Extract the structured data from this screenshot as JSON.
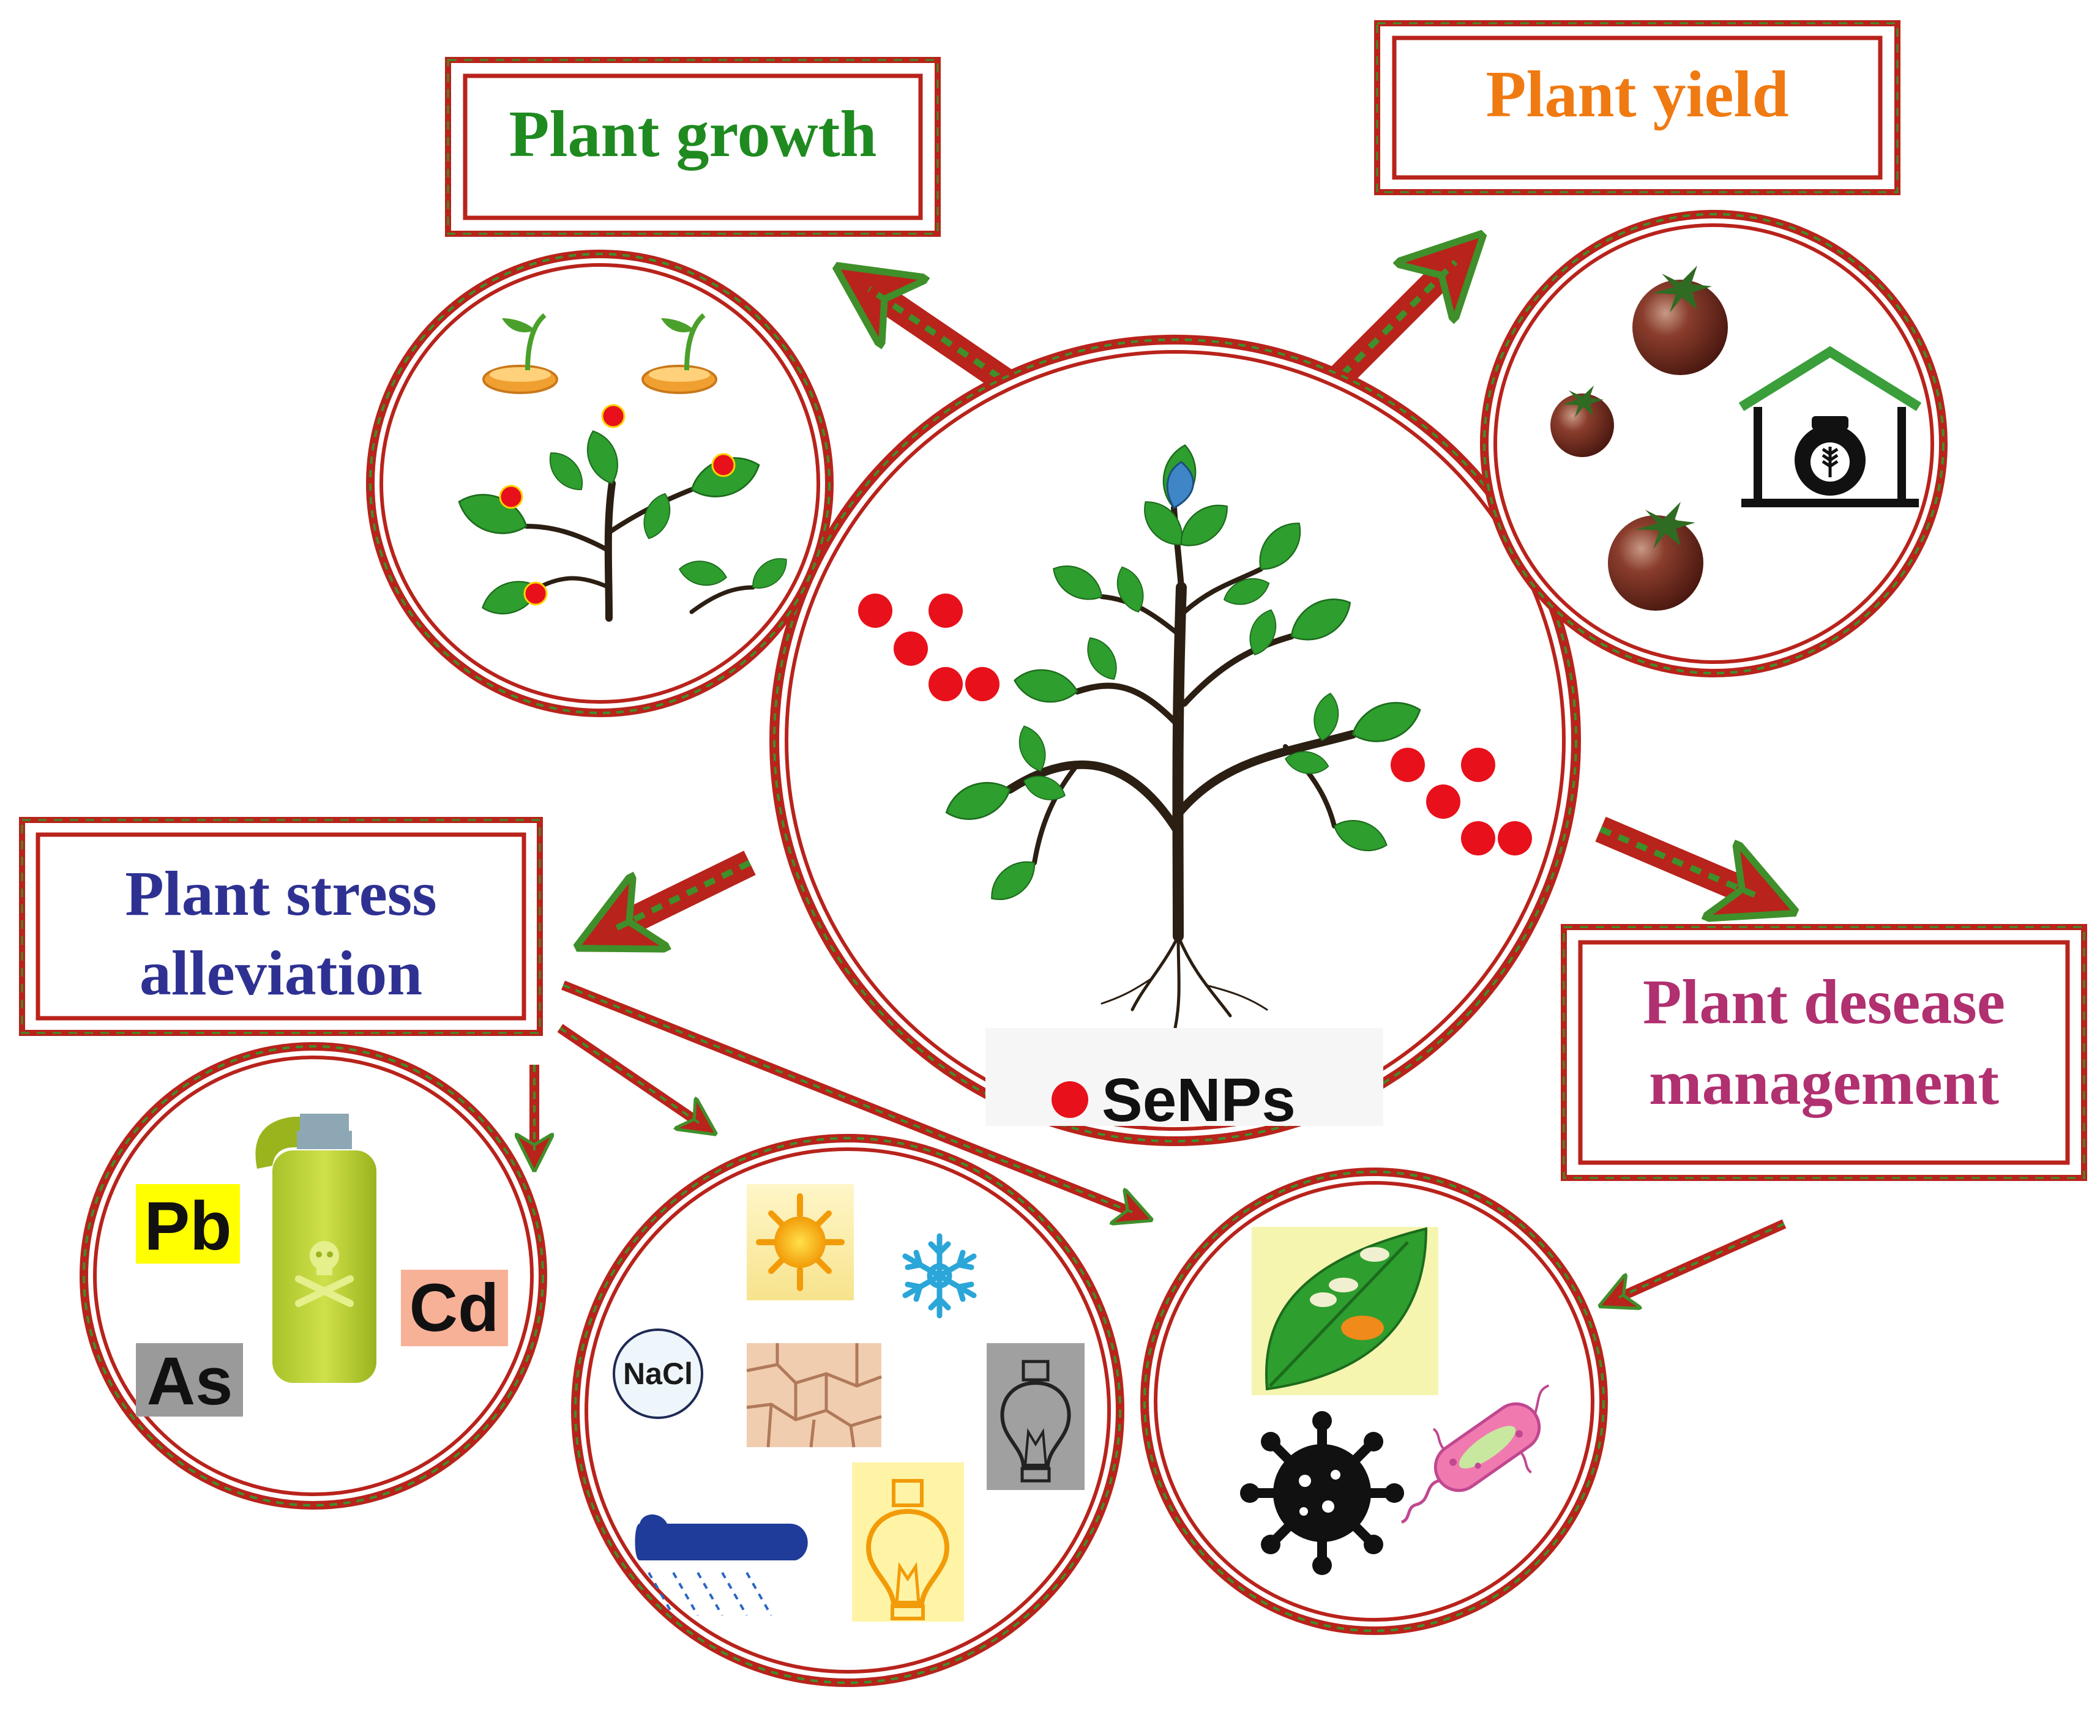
{
  "colors": {
    "ring_red": "#b8231b",
    "ring_green": "#3f8f2a",
    "growth_title": "#1f8a1f",
    "yield_title": "#f07a12",
    "stress_title": "#2e3192",
    "disease_title": "#b03070",
    "nanoparticle": "#e8101a",
    "leaf": "#2e9e2e",
    "stem": "#2b1e12"
  },
  "boxes": {
    "growth": {
      "title": "Plant growth"
    },
    "yield": {
      "title": "Plant yield"
    },
    "stress": {
      "line1": "Plant stress",
      "line2": "alleviation"
    },
    "disease": {
      "line1": "Plant desease",
      "line2": "management"
    }
  },
  "center": {
    "legend_label": "SeNPs"
  },
  "metal_stress": {
    "labels": [
      "Pb",
      "Cd",
      "As"
    ]
  },
  "abiotic_stress": {
    "salt_label": "NaCl"
  },
  "icons": {
    "growth_circle": [
      "seedling-icon",
      "plant-with-nanoparticles-icon"
    ],
    "yield_circle": [
      "tomato-icon",
      "grain-storage-house-icon"
    ],
    "metal_circle": [
      "toxic-spray-bottle-icon"
    ],
    "abiotic_circle": [
      "sun-icon",
      "snowflake-icon",
      "salt-circle-icon",
      "cracked-soil-icon",
      "light-bulb-icon",
      "rain-cloud-icon"
    ],
    "disease_circle": [
      "diseased-leaf-icon",
      "virus-icon",
      "bacterium-icon"
    ]
  }
}
